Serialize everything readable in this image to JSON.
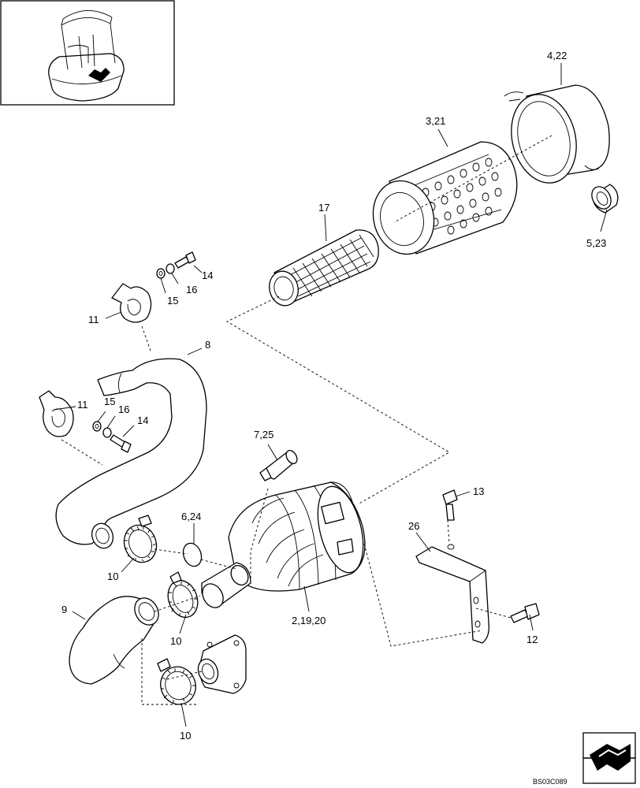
{
  "callouts": {
    "c4_22": "4,22",
    "c3_21": "3,21",
    "c17": "17",
    "c5_23": "5,23",
    "c14a": "14",
    "c16a": "16",
    "c15a": "15",
    "c11a": "11",
    "c8": "8",
    "c11b": "11",
    "c15b": "15",
    "c16b": "16",
    "c14b": "14",
    "c7_25": "7,25",
    "c13": "13",
    "c26": "26",
    "c6_24": "6,24",
    "c10a": "10",
    "c2_19_20": "2,19,20",
    "c9": "9",
    "c10b": "10",
    "c12": "12",
    "c10c": "10"
  },
  "drawing_code": "BS03C089",
  "icons": {
    "locator": "machine-locator-icon",
    "orientation": "orientation-arrow-icon"
  }
}
